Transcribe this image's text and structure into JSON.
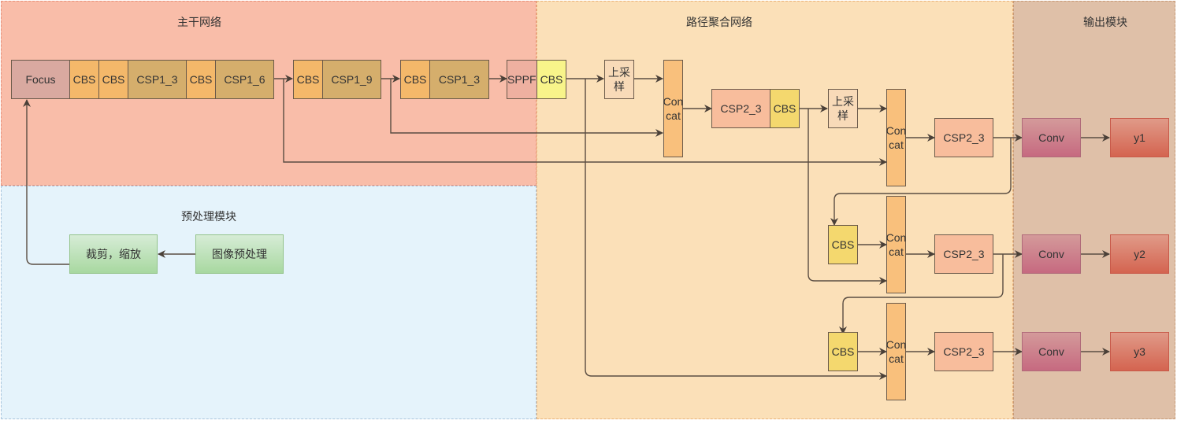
{
  "regions": {
    "backbone": "主干网络",
    "preprocess": "预处理模块",
    "neck": "路径聚合网络",
    "output": "输出模块"
  },
  "backbone": {
    "focus": "Focus",
    "cbs1": "CBS",
    "cbs2": "CBS",
    "csp1_3a": "CSP1_3",
    "cbs3": "CBS",
    "csp1_6": "CSP1_6",
    "cbs4": "CBS",
    "csp1_9": "CSP1_9",
    "cbs5": "CBS",
    "csp1_3b": "CSP1_3",
    "sppf": "SPPF"
  },
  "neck": {
    "cbs_top": "CBS",
    "upsample1": "上采样",
    "concat1": "Con cat",
    "csp2_3a": "CSP2_3",
    "cbs_mid": "CBS",
    "upsample2": "上采样",
    "concat2": "Con cat",
    "csp2_3b": "CSP2_3",
    "cbs_p2": "CBS",
    "concat3": "Con cat",
    "csp2_3c": "CSP2_3",
    "cbs_p3": "CBS",
    "concat4": "Con cat",
    "csp2_3d": "CSP2_3"
  },
  "output": {
    "conv1": "Conv",
    "y1": "y1",
    "conv2": "Conv",
    "y2": "y2",
    "conv3": "Conv",
    "y3": "y3"
  },
  "preprocess": {
    "crop_scale": "裁剪，缩放",
    "image_pre": "图像预处理"
  }
}
